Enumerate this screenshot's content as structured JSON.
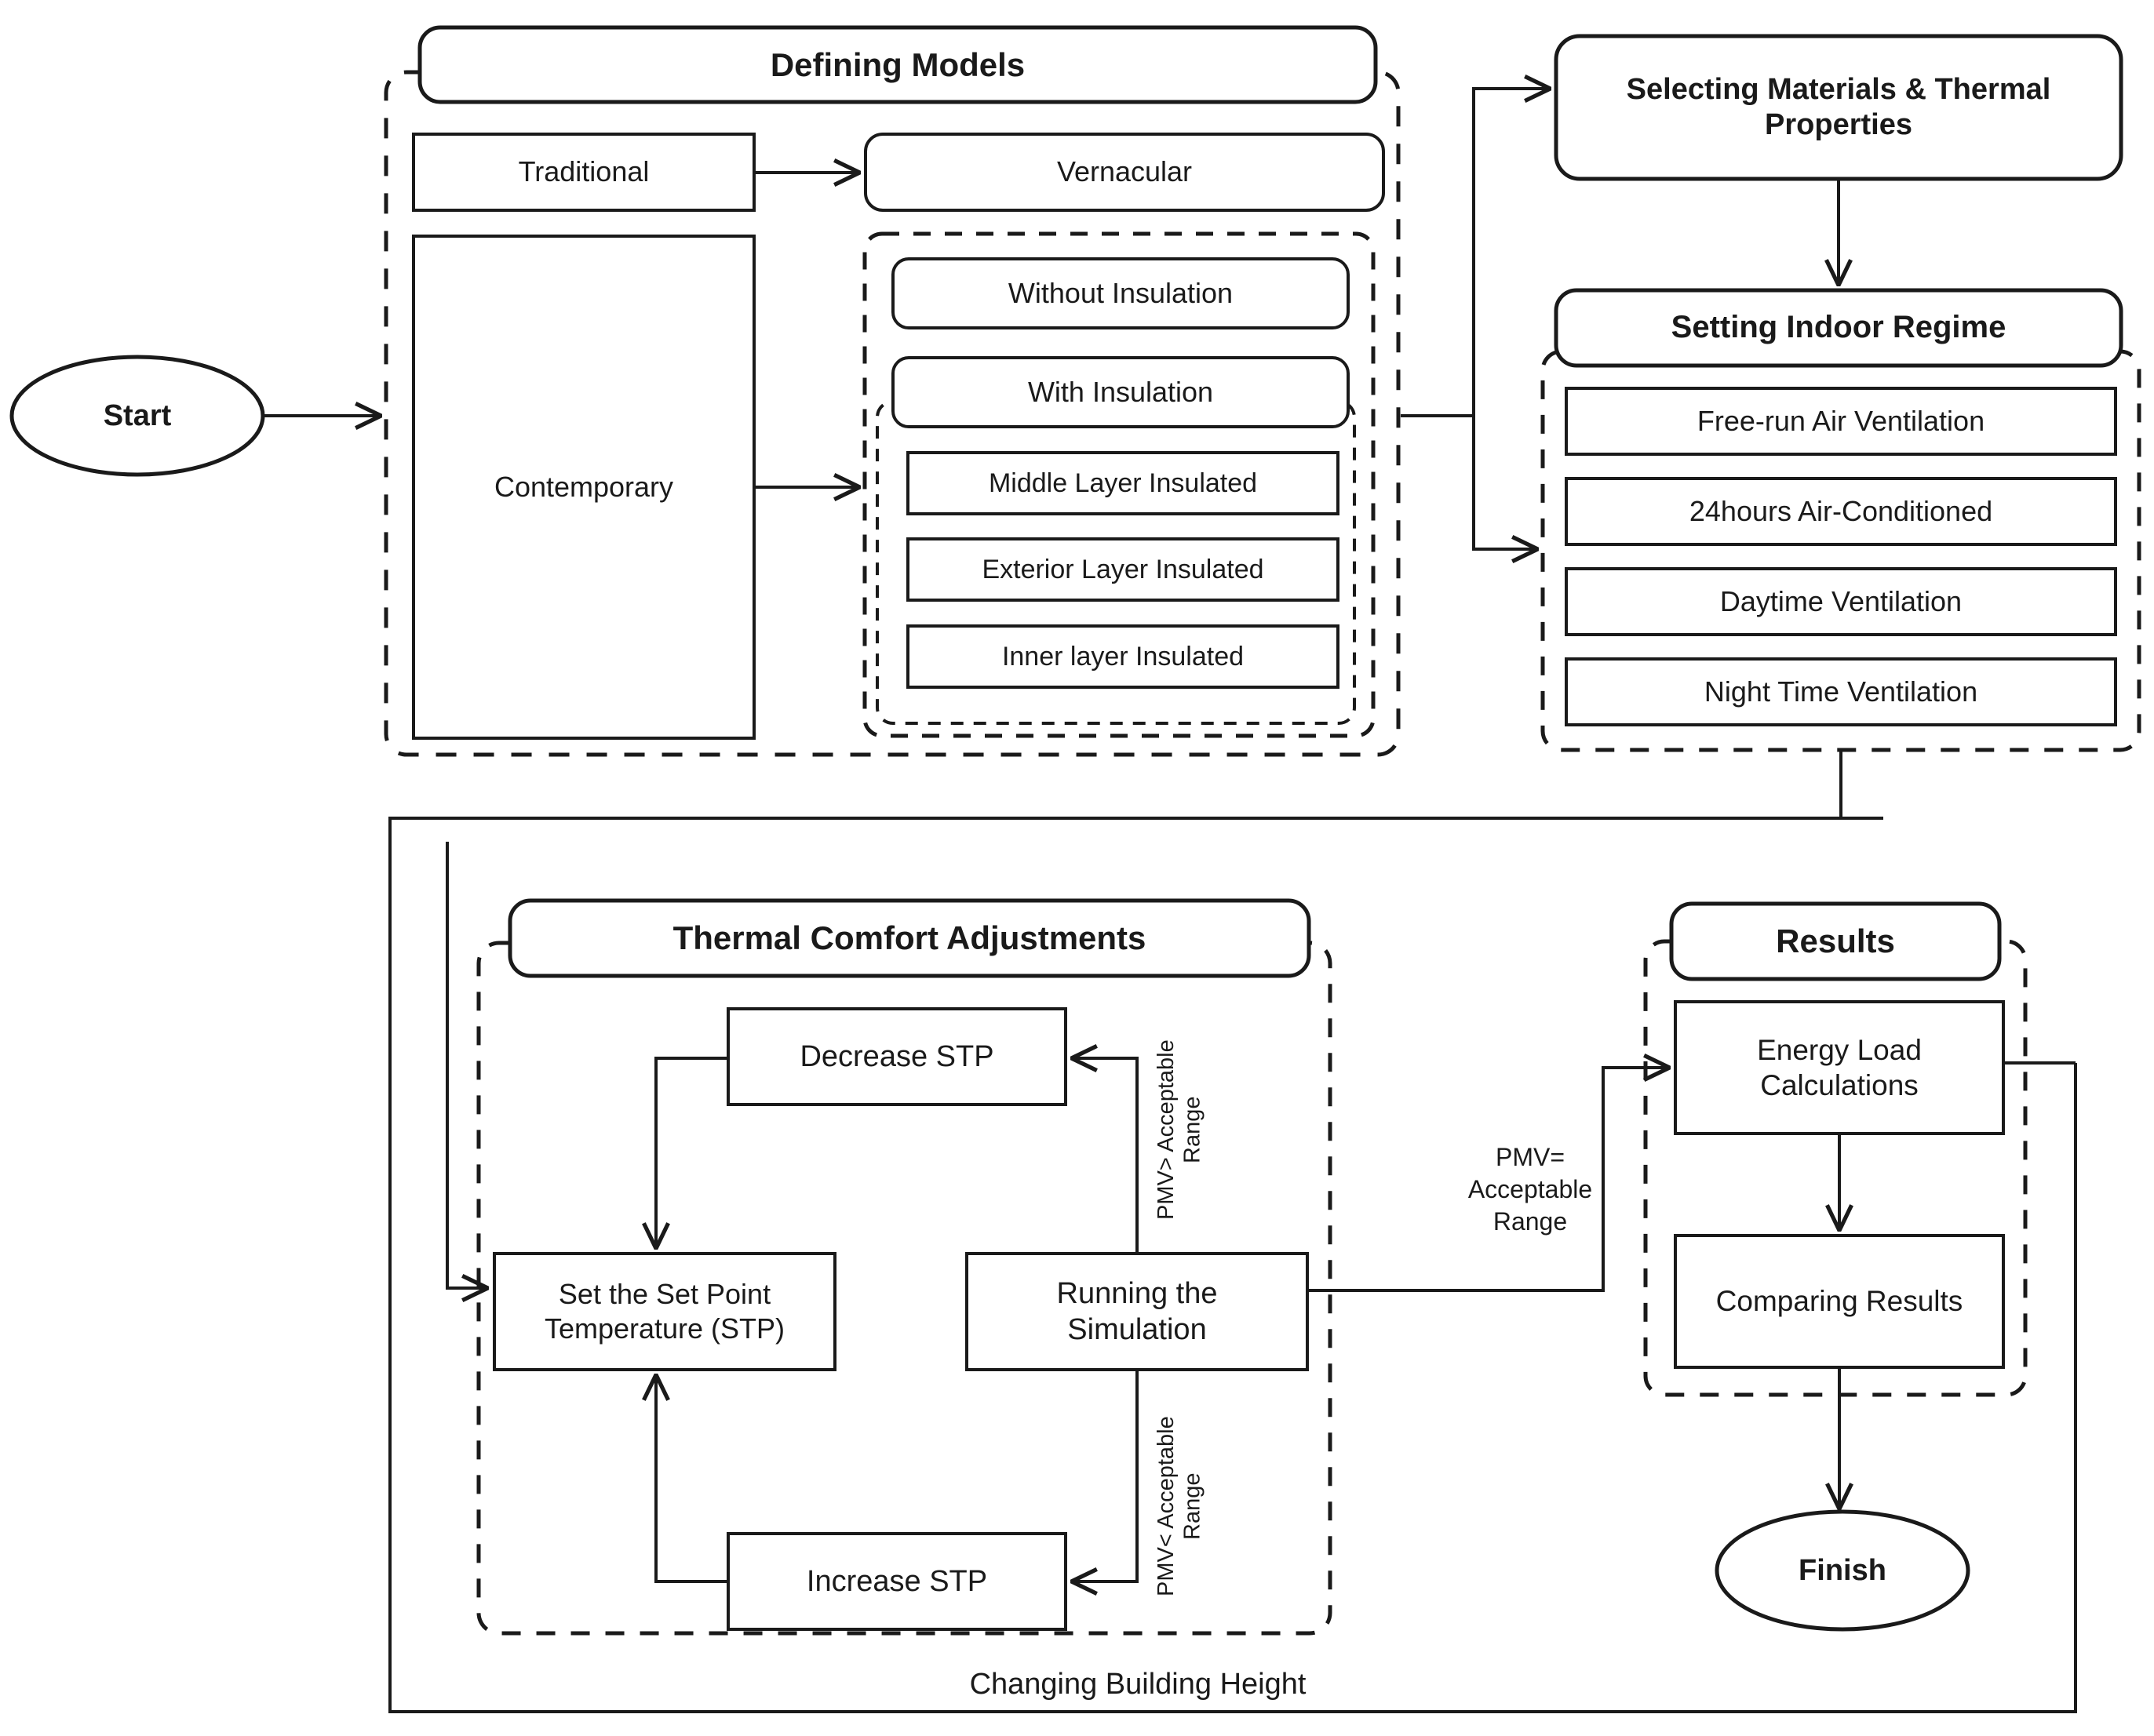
{
  "diagram": {
    "title": "Building Thermal Simulation Methodology Flowchart",
    "colors": {
      "stroke": "#1a1a1a",
      "shadow": "#5a5a5a",
      "background": "#ffffff"
    },
    "terminators": {
      "start": "Start",
      "finish": "Finish"
    },
    "groups": {
      "defining_models": {
        "header": "Defining Models",
        "nodes": {
          "traditional": "Traditional",
          "vernacular": "Vernacular",
          "contemporary": "Contemporary"
        },
        "insulation_group": {
          "without_insulation": "Without Insulation",
          "with_insulation": "With Insulation",
          "layers": [
            "Middle Layer Insulated",
            "Exterior Layer Insulated",
            "Inner layer Insulated"
          ]
        }
      },
      "materials": {
        "header": "Selecting Materials & Thermal Properties"
      },
      "indoor_regime": {
        "header": "Setting Indoor Regime",
        "items": [
          "Free-run Air Ventilation",
          "24hours Air-Conditioned",
          "Daytime Ventilation",
          "Night Time Ventilation"
        ]
      },
      "thermal_comfort": {
        "header": "Thermal Comfort Adjustments",
        "nodes": {
          "decrease_stp": "Decrease STP",
          "increase_stp": "Increase STP",
          "set_point": "Set the Set Point\nTemperature (STP)",
          "set_point_line1": "Set the Set Point",
          "set_point_line2": "Temperature (STP)",
          "running_sim_line1": "Running the",
          "running_sim_line2": "Simulation"
        },
        "edge_labels": {
          "pmv_greater": "PMV>\nAcceptable\nRange",
          "pmv_less": "PMV<\nAcceptable\nRange"
        }
      },
      "results": {
        "header": "Results",
        "nodes": {
          "energy_load_line1": "Energy Load",
          "energy_load_line2": "Calculations",
          "comparing_results": "Comparing Results"
        }
      }
    },
    "edge_labels": {
      "pmv_equal_line1": "PMV=",
      "pmv_equal_line2": "Acceptable",
      "pmv_equal_line3": "Range",
      "changing_building_height": "Changing Building Height"
    }
  }
}
